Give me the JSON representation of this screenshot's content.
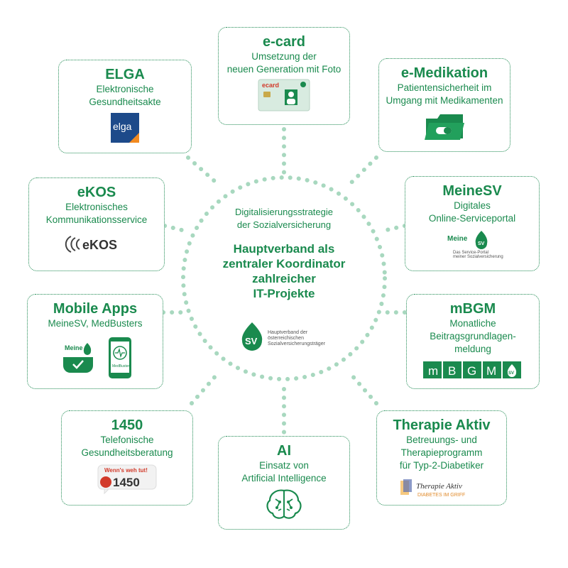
{
  "center": {
    "subtitle_line1": "Digitalisierungsstrategie",
    "subtitle_line2": "der Sozialversicherung",
    "main_line1": "Hauptverband als",
    "main_line2": "zentraler Koordinator",
    "main_line3": "zahlreicher",
    "main_line4": "IT-Projekte",
    "logo_text_line1": "Hauptverband der",
    "logo_text_line2": "österreichischen",
    "logo_text_line3": "Sozialversicherungsträger",
    "logo_letters": "SV"
  },
  "projects": {
    "ecard": {
      "title": "e-card",
      "desc1": "Umsetzung der",
      "desc2": "neuen Generation mit Foto",
      "logo_text": "ecard"
    },
    "elga": {
      "title": "ELGA",
      "desc1": "Elektronische",
      "desc2": "Gesundheitsakte",
      "logo_text": "elga"
    },
    "emedikation": {
      "title": "e-Medikation",
      "desc1": "Patientensicherheit im",
      "desc2": "Umgang mit Medikamenten"
    },
    "ekos": {
      "title": "eKOS",
      "desc1": "Elektronisches",
      "desc2": "Kommunikationsservice",
      "logo_text": "eKOS"
    },
    "meinesv": {
      "title": "MeineSV",
      "desc1": "Digitales",
      "desc2": "Online-Serviceportal",
      "logo_text": "Meine",
      "logo_sub1": "Das Service-Portal",
      "logo_sub2": "meiner Sozialversicherung"
    },
    "mobileapps": {
      "title": "Mobile Apps",
      "desc1": "MeineSV, MedBusters",
      "logo_text": "Meine",
      "phone_label": "MedBusters"
    },
    "mbgm": {
      "title": "mBGM",
      "desc1": "Monatliche",
      "desc2": "Beitragsgrundlagen-",
      "desc3": "meldung",
      "letters": [
        "m",
        "B",
        "G",
        "M"
      ]
    },
    "p1450": {
      "title": "1450",
      "desc1": "Telefonische",
      "desc2": "Gesundheitsberatung",
      "logo_tag": "Wenn's weh tut!",
      "logo_number": "1450"
    },
    "ai": {
      "title": "AI",
      "desc1": "Einsatz von",
      "desc2": "Artificial Intelligence"
    },
    "therapieaktiv": {
      "title": "Therapie Aktiv",
      "desc1": "Betreuungs- und",
      "desc2": "Therapieprogramm",
      "desc3": "für Typ-2-Diabetiker",
      "logo_text": "Therapie Aktiv",
      "logo_sub": "DIABETES IM GRIFF"
    }
  },
  "colors": {
    "green": "#1a8a4e",
    "light_green": "#a8d8bf",
    "dot_green": "#9fd4b8"
  }
}
